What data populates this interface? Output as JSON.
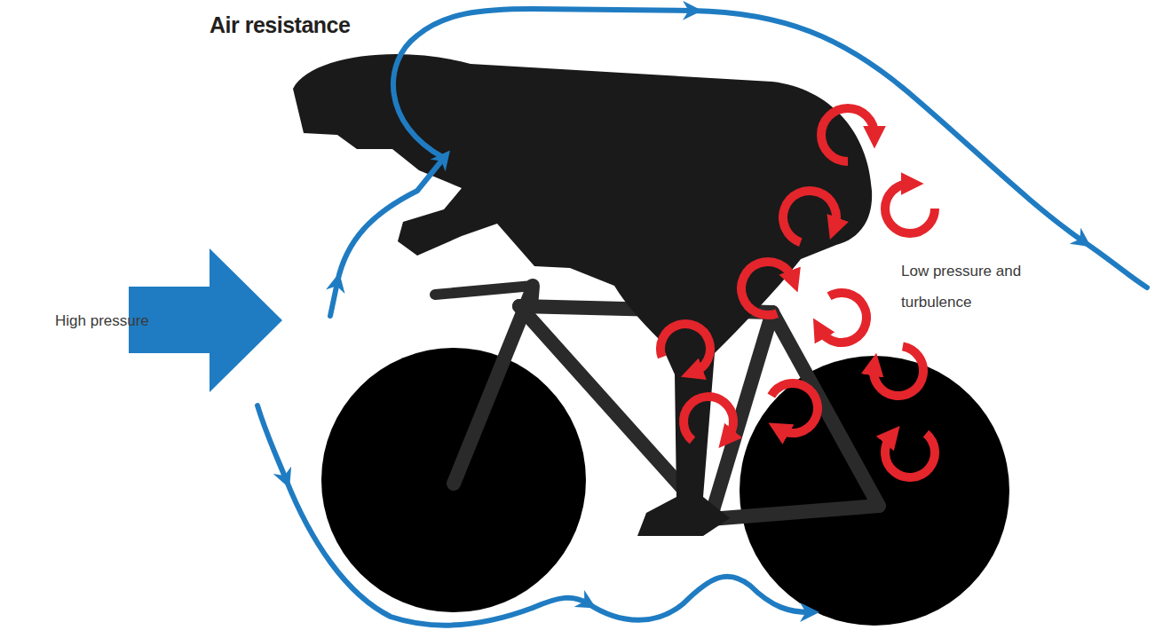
{
  "diagram": {
    "title": "Air resistance",
    "labels": [
      "High pressure",
      "Low pressure and turbulence"
    ]
  }
}
